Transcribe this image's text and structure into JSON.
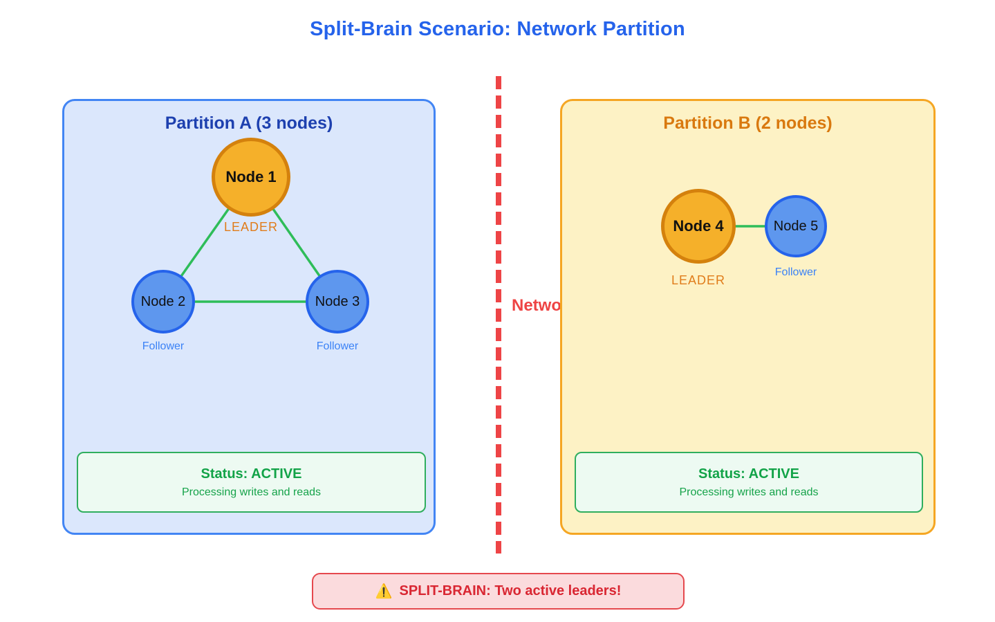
{
  "title": "Split-Brain Scenario: Network Partition",
  "divider": {
    "label": "Network Partition",
    "color": "#ee4444"
  },
  "partition_a": {
    "header": "Partition A (3 nodes)",
    "nodes": [
      {
        "label": "Node 1",
        "role": "LEADER"
      },
      {
        "label": "Node 2",
        "role": "Follower"
      },
      {
        "label": "Node 3",
        "role": "Follower"
      }
    ],
    "status": {
      "title": "Status: ACTIVE",
      "subtitle": "Processing writes and reads"
    }
  },
  "partition_b": {
    "header": "Partition B (2 nodes)",
    "nodes": [
      {
        "label": "Node 4",
        "role": "LEADER"
      },
      {
        "label": "Node 5",
        "role": "Follower"
      }
    ],
    "status": {
      "title": "Status: ACTIVE",
      "subtitle": "Processing writes and reads"
    }
  },
  "warning": {
    "icon_glyph": "⚠️",
    "text": "SPLIT-BRAIN: Two active leaders!"
  },
  "colors": {
    "title_blue": "#2563eb",
    "partition_a_bg": "#dbe7fc",
    "partition_a_border": "#4285f4",
    "partition_b_bg": "#fdf2c5",
    "partition_b_border": "#f5a623",
    "leader_node_fill": "#f5b02a",
    "leader_node_border": "#d4810d",
    "follower_node_fill": "#5e97ee",
    "follower_node_border": "#2563eb",
    "edge_green": "#2ebd59",
    "status_green": "#16a34a",
    "warning_red": "#d92632",
    "divider_red": "#ee4444"
  }
}
